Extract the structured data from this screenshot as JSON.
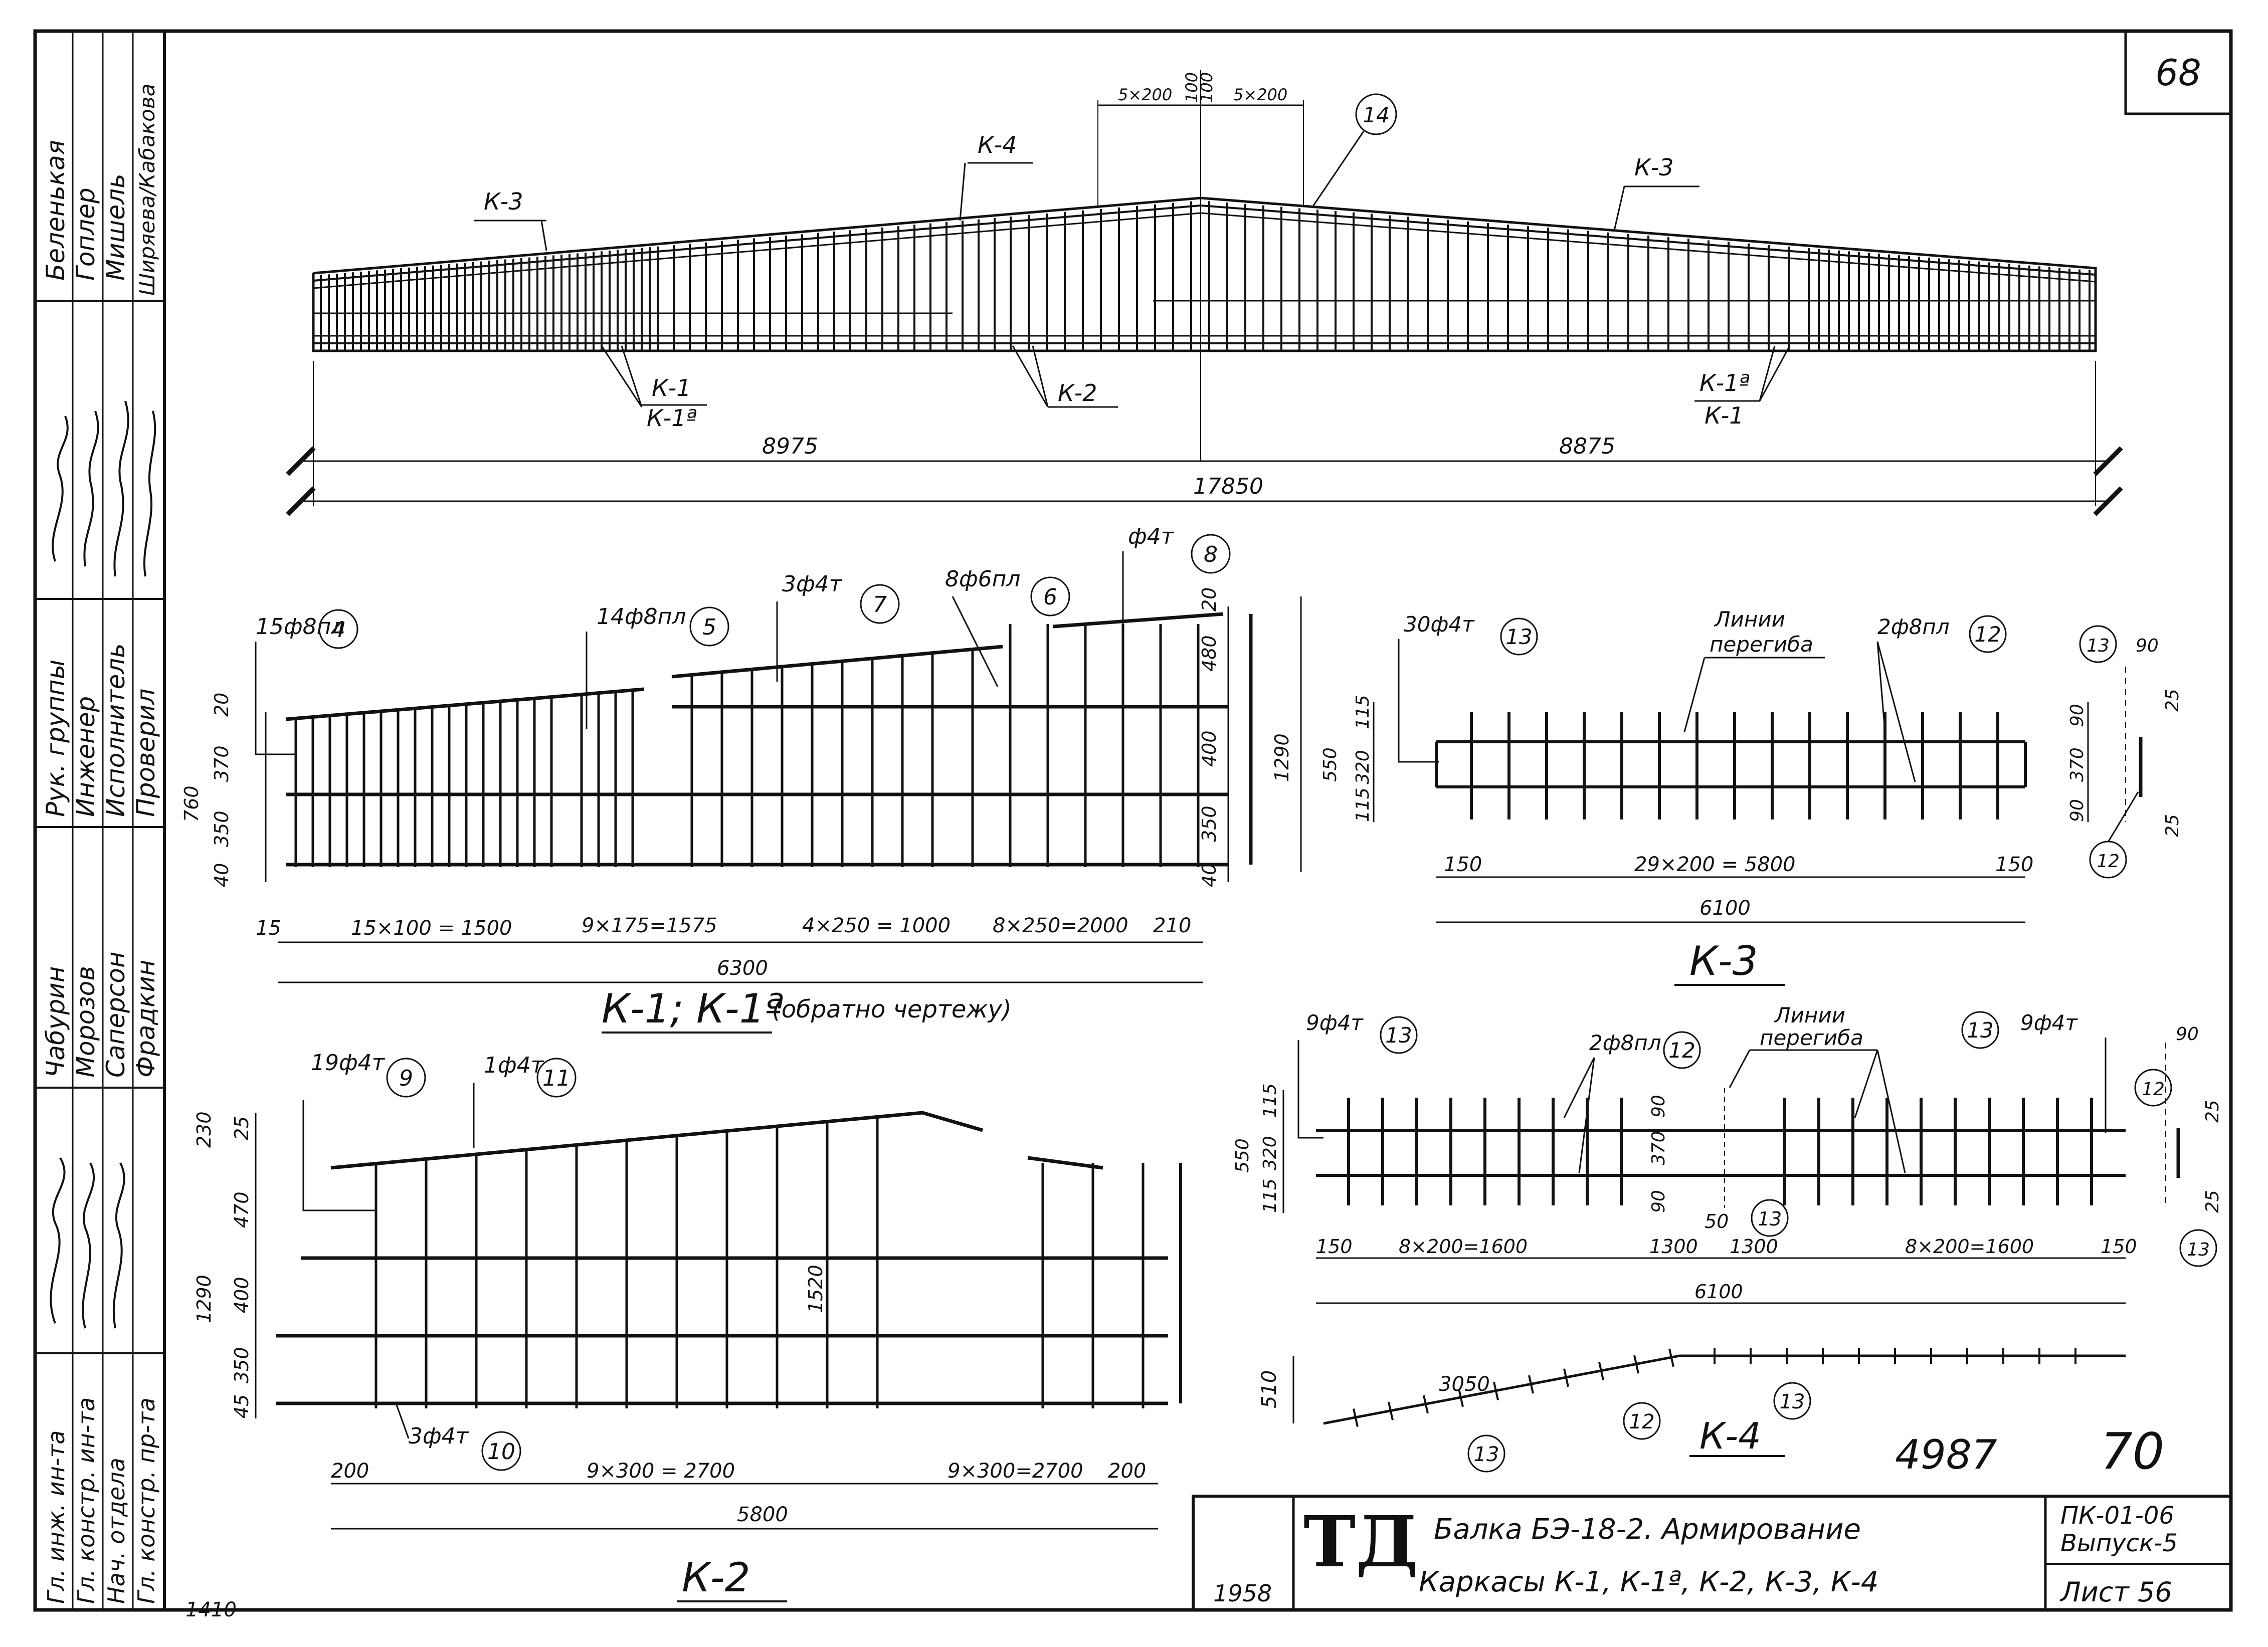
{
  "sheet": {
    "number": "68",
    "doc_number": "4987",
    "doc_number2": "70",
    "code_line1": "ПК-01-06",
    "code_line2": "Выпуск-5",
    "sheet_label": "Лист 56",
    "logo_text": "ТД",
    "logo_year": "1958",
    "title_line1": "Балка БЭ-18-2. Армирование",
    "title_line2": "Каркасы К-1, К-1ª, К-2,  К-3, К-4",
    "corner_note": "1410"
  },
  "stamp": {
    "names_top": [
      "Беленькая",
      "Гоплер",
      "Мишель",
      "Ширяева/Кабакова"
    ],
    "roles_mid": [
      "Рук. группы",
      "Инженер",
      "Исполнитель",
      "Проверил"
    ],
    "names_mid": [
      "Чабурин",
      "Морозов",
      "Саперсон",
      "Фрадкин"
    ],
    "roles_bot": [
      "Гл. инж. ин-та",
      "Гл. констр. ин-та",
      "Нач. отдела",
      "Гл. констр. пр-та"
    ]
  },
  "beam": {
    "labels": [
      "К-3",
      "К-4",
      "К-3",
      "К-1",
      "К-1ª",
      "К-2",
      "К-1ª",
      "К-1"
    ],
    "dims": [
      "8975",
      "8875",
      "17850"
    ],
    "top_dims": [
      "5×200",
      "100",
      "100",
      "5×200"
    ],
    "mark": "14"
  },
  "k1": {
    "title": "К-1; К-1ª",
    "note": "(обратно чертежу)",
    "callouts": [
      {
        "text": "15ф8пл",
        "num": "4"
      },
      {
        "text": "14ф8пл",
        "num": "5"
      },
      {
        "text": "3ф4т",
        "num": "7"
      },
      {
        "text": "8ф6пл",
        "num": "6"
      },
      {
        "text": "ф4т",
        "num": "8"
      }
    ],
    "left_dims": [
      "20",
      "370",
      "350",
      "40",
      "760"
    ],
    "right_dims": [
      "20",
      "480",
      "400",
      "350",
      "40",
      "1290"
    ],
    "bottom_dims": [
      "15",
      "15×100 = 1500",
      "9×175=1575",
      "4×250 = 1000",
      "8×250=2000",
      "210",
      "6300"
    ]
  },
  "k3": {
    "title": "К-3",
    "callouts": [
      {
        "text": "30ф4т",
        "num": "13"
      },
      {
        "text": "2ф8пл",
        "num": "12"
      }
    ],
    "bend_label_1": "Линии",
    "bend_label_2": "перегиба",
    "left_dims": [
      "115",
      "320",
      "115",
      "550"
    ],
    "right_dims": [
      "90",
      "370",
      "90"
    ],
    "bottom_dims": [
      "150",
      "29×200 = 5800",
      "150",
      "6100"
    ],
    "section": {
      "dims": [
        "90",
        "25",
        "25"
      ],
      "nums": [
        "13",
        "12"
      ]
    }
  },
  "k4": {
    "title": "К-4",
    "callouts": [
      {
        "text": "9ф4т",
        "num": "13"
      },
      {
        "text": "2ф8пл",
        "num": "12"
      },
      {
        "text": "9ф4т",
        "num": "13"
      }
    ],
    "bend_label_1": "Линии",
    "bend_label_2": "перегиба",
    "left_dims": [
      "115",
      "320",
      "115",
      "550"
    ],
    "mid_dims": [
      "90",
      "370",
      "90"
    ],
    "bottom_dims": [
      "150",
      "8×200=1600",
      "1300",
      "50",
      "1300",
      "8×200=1600",
      "150",
      "6100"
    ],
    "center_num": "13",
    "section": {
      "dims": [
        "90",
        "25",
        "25"
      ],
      "nums": [
        "12",
        "13"
      ]
    },
    "side_view": {
      "dims": [
        "510",
        "3050"
      ],
      "nums": [
        "12",
        "13",
        "13"
      ]
    }
  },
  "k2": {
    "title": "К-2",
    "callouts": [
      {
        "text": "19ф4т",
        "num": "9"
      },
      {
        "text": "1ф4т",
        "num": "11"
      },
      {
        "text": "3ф4т",
        "num": "10"
      }
    ],
    "left_dims": [
      "230",
      "25",
      "470",
      "400",
      "350",
      "45",
      "1290"
    ],
    "mid_dim": "1520",
    "bottom_dims": [
      "200",
      "9×300 = 2700",
      "9×300=2700",
      "200",
      "5800"
    ]
  }
}
